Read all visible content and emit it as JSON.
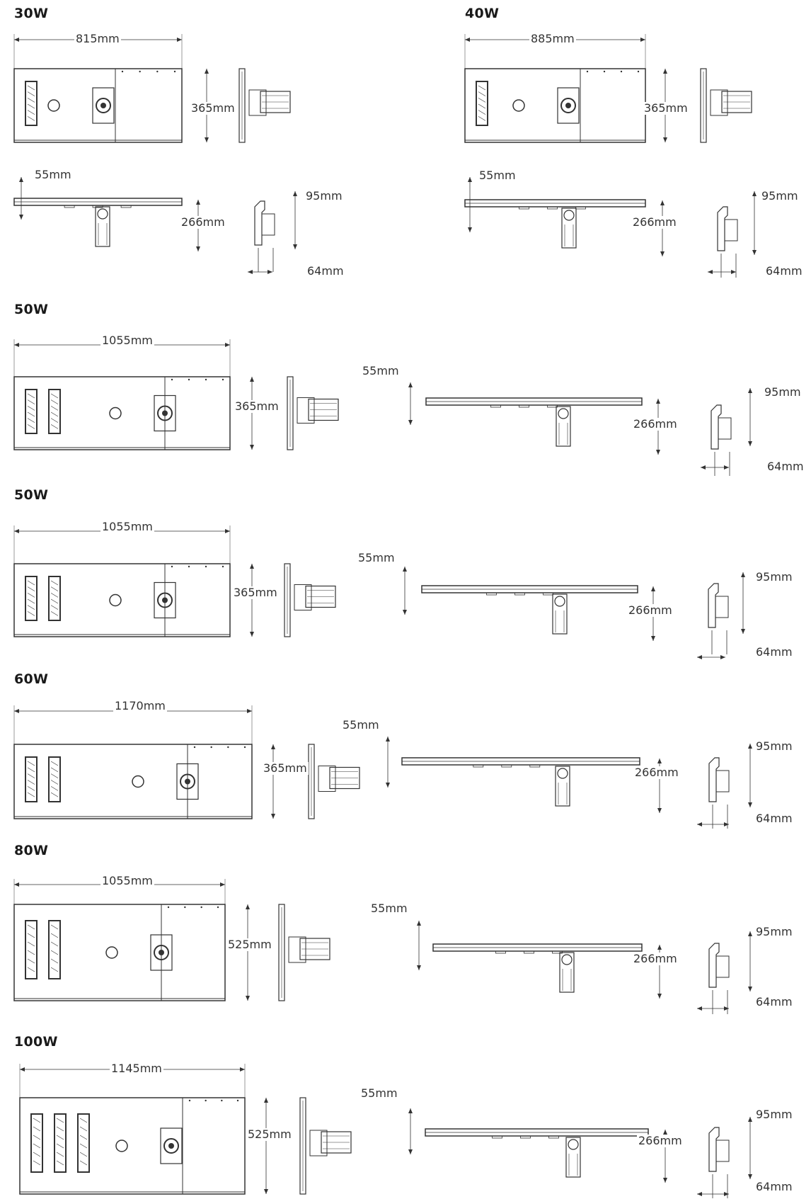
{
  "sections": [
    {
      "title": "30W",
      "width": "815mm",
      "depth": "365mm",
      "thickness": "55mm",
      "arm": "266mm",
      "bracket_h": "95mm",
      "bracket_w": "64mm"
    },
    {
      "title": "40W",
      "width": "885mm",
      "depth": "365mm",
      "thickness": "55mm",
      "arm": "266mm",
      "bracket_h": "95mm",
      "bracket_w": "64mm"
    },
    {
      "title": "50W",
      "width": "1055mm",
      "depth": "365mm",
      "thickness": "55mm",
      "arm": "266mm",
      "bracket_h": "95mm",
      "bracket_w": "64mm"
    },
    {
      "title": "50W",
      "width": "1055mm",
      "depth": "365mm",
      "thickness": "55mm",
      "arm": "266mm",
      "bracket_h": "95mm",
      "bracket_w": "64mm"
    },
    {
      "title": "60W",
      "width": "1170mm",
      "depth": "365mm",
      "thickness": "55mm",
      "arm": "266mm",
      "bracket_h": "95mm",
      "bracket_w": "64mm"
    },
    {
      "title": "80W",
      "width": "1055mm",
      "depth": "525mm",
      "thickness": "55mm",
      "arm": "266mm",
      "bracket_h": "95mm",
      "bracket_w": "64mm"
    },
    {
      "title": "100W",
      "width": "1145mm",
      "depth": "525mm",
      "thickness": "55mm",
      "arm": "266mm",
      "bracket_h": "95mm",
      "bracket_w": "64mm"
    }
  ],
  "colors": {
    "line": "#333333",
    "panel": "#ffffff"
  }
}
